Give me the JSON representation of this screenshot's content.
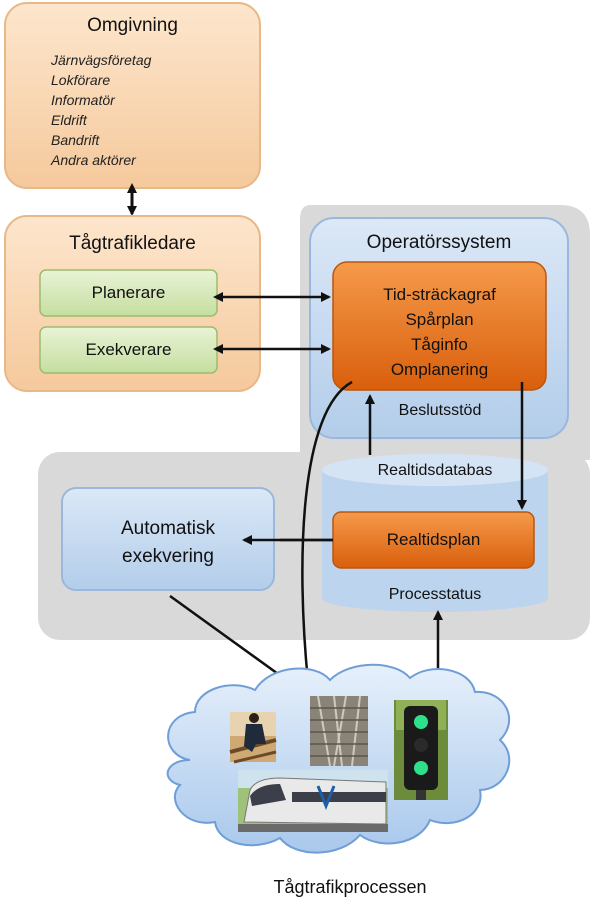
{
  "environment": {
    "title": "Omgivning",
    "items": [
      "Järnvägsföretag",
      "Lokförare",
      "Informatör",
      "Eldrift",
      "Bandrift",
      "Andra aktörer"
    ]
  },
  "dispatcher": {
    "title": "Tågtrafikledare",
    "planner": "Planerare",
    "executor": "Exekverare"
  },
  "operator_system": {
    "title": "Operatörssystem",
    "tools": [
      "Tid-sträckagraf",
      "Spårplan",
      "Tåginfo",
      "Omplanering"
    ],
    "decision_support": "Beslutsstöd"
  },
  "database": {
    "title": "Realtidsdatabas",
    "plan": "Realtidsplan",
    "status": "Processtatus"
  },
  "automatic": {
    "line1": "Automatisk",
    "line2": "exekvering"
  },
  "process": {
    "caption": "Tågtrafikprocessen"
  },
  "colors": {
    "peach": "#f9d7b2",
    "green": "#d3e6b3",
    "blue": "#c7daf0",
    "orange": "#e8731d",
    "gray": "#dcdcdc"
  },
  "icons": [
    "worker-photo-icon",
    "rail-switch-photo-icon",
    "signal-light-photo-icon",
    "train-photo-icon"
  ]
}
